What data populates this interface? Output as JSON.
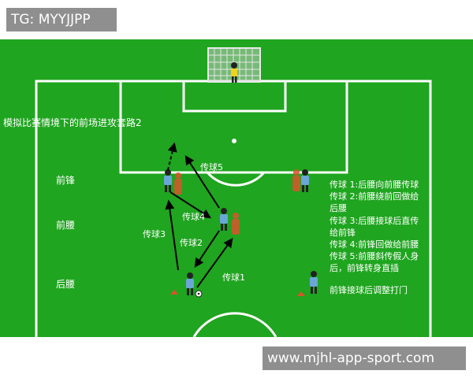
{
  "watermark_top": "TG: MYYJJPP",
  "watermark_bottom": "www.mjhl-app-sport.com",
  "diagram": {
    "title": "模拟比赛情境下的前场进攻套路2",
    "rows": {
      "forward": "前锋",
      "mid": "前腰",
      "back": "后腰"
    },
    "passes": {
      "p1": "传球1",
      "p2": "传球2",
      "p3": "传球3",
      "p4": "传球4",
      "p5": "传球5"
    },
    "notes": [
      "传球 1:后腰向前腰传球",
      "传球 2:前腰绕前回做给",
      "后腰",
      "传球 3:后腰接球后直传",
      "给前锋",
      "传球 4:前锋回做给前腰",
      "传球 5:前腰斜传假人身",
      "后，前锋转身直插",
      "",
      "前锋接球后调整打门"
    ]
  },
  "colors": {
    "pitch": "#1fa51f",
    "line": "#ffffff",
    "arrow": "#000000",
    "player_shirt": "#6aa6d8",
    "dummy": "#d9532b",
    "watermark_bg": "#8f8f8f"
  }
}
